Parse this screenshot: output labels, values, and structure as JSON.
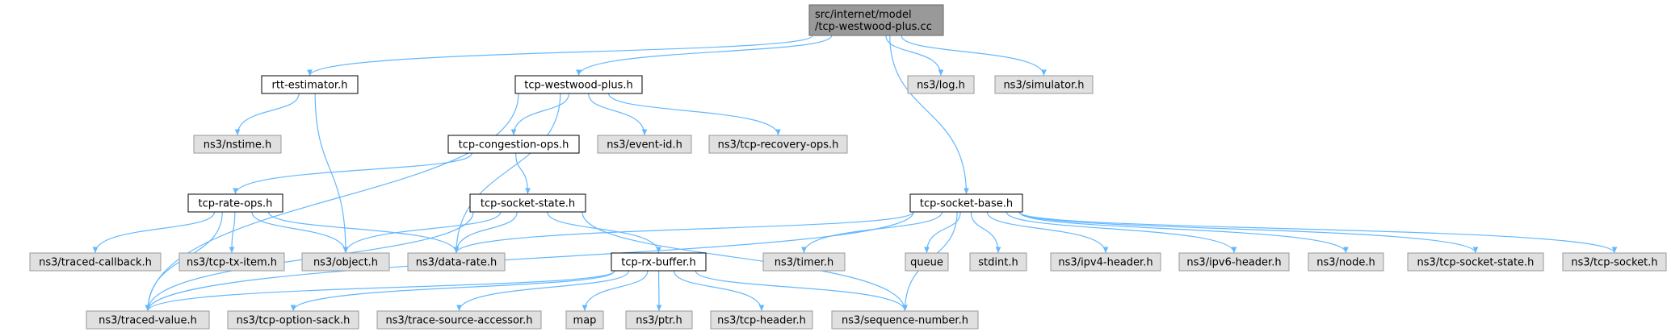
{
  "colors": {
    "root_fill": "#999999",
    "root_stroke": "#666666",
    "documented_fill": "#ffffff",
    "documented_stroke": "#000000",
    "external_fill": "#e0e0e0",
    "external_stroke": "#999999",
    "edge": "#63b8ff"
  },
  "nodes": [
    {
      "id": "root",
      "label_lines": [
        "src/internet/model",
        "/tcp-westwood-plus.cc"
      ],
      "kind": "root"
    },
    {
      "id": "rtt",
      "label_lines": [
        "rtt-estimator.h"
      ],
      "kind": "documented"
    },
    {
      "id": "westwood",
      "label_lines": [
        "tcp-westwood-plus.h"
      ],
      "kind": "documented"
    },
    {
      "id": "log",
      "label_lines": [
        "ns3/log.h"
      ],
      "kind": "external"
    },
    {
      "id": "simulator",
      "label_lines": [
        "ns3/simulator.h"
      ],
      "kind": "external"
    },
    {
      "id": "nstime",
      "label_lines": [
        "ns3/nstime.h"
      ],
      "kind": "external"
    },
    {
      "id": "congops",
      "label_lines": [
        "tcp-congestion-ops.h"
      ],
      "kind": "documented"
    },
    {
      "id": "eventid",
      "label_lines": [
        "ns3/event-id.h"
      ],
      "kind": "external"
    },
    {
      "id": "recovery",
      "label_lines": [
        "ns3/tcp-recovery-ops.h"
      ],
      "kind": "external"
    },
    {
      "id": "rateops",
      "label_lines": [
        "tcp-rate-ops.h"
      ],
      "kind": "documented"
    },
    {
      "id": "sockstate",
      "label_lines": [
        "tcp-socket-state.h"
      ],
      "kind": "documented"
    },
    {
      "id": "sockbase",
      "label_lines": [
        "tcp-socket-base.h"
      ],
      "kind": "documented"
    },
    {
      "id": "tracedcb",
      "label_lines": [
        "ns3/traced-callback.h"
      ],
      "kind": "external"
    },
    {
      "id": "txitem",
      "label_lines": [
        "ns3/tcp-tx-item.h"
      ],
      "kind": "external"
    },
    {
      "id": "object",
      "label_lines": [
        "ns3/object.h"
      ],
      "kind": "external"
    },
    {
      "id": "datarate",
      "label_lines": [
        "ns3/data-rate.h"
      ],
      "kind": "external"
    },
    {
      "id": "rxbuffer",
      "label_lines": [
        "tcp-rx-buffer.h"
      ],
      "kind": "documented"
    },
    {
      "id": "timer",
      "label_lines": [
        "ns3/timer.h"
      ],
      "kind": "external"
    },
    {
      "id": "queue",
      "label_lines": [
        "queue"
      ],
      "kind": "external"
    },
    {
      "id": "stdint",
      "label_lines": [
        "stdint.h"
      ],
      "kind": "external"
    },
    {
      "id": "ipv4",
      "label_lines": [
        "ns3/ipv4-header.h"
      ],
      "kind": "external"
    },
    {
      "id": "ipv6",
      "label_lines": [
        "ns3/ipv6-header.h"
      ],
      "kind": "external"
    },
    {
      "id": "node",
      "label_lines": [
        "ns3/node.h"
      ],
      "kind": "external"
    },
    {
      "id": "nsockstate",
      "label_lines": [
        "ns3/tcp-socket-state.h"
      ],
      "kind": "external"
    },
    {
      "id": "socket",
      "label_lines": [
        "ns3/tcp-socket.h"
      ],
      "kind": "external"
    },
    {
      "id": "tracedvalue",
      "label_lines": [
        "ns3/traced-value.h"
      ],
      "kind": "external"
    },
    {
      "id": "sack",
      "label_lines": [
        "ns3/tcp-option-sack.h"
      ],
      "kind": "external"
    },
    {
      "id": "accessor",
      "label_lines": [
        "ns3/trace-source-accessor.h"
      ],
      "kind": "external"
    },
    {
      "id": "map",
      "label_lines": [
        "map"
      ],
      "kind": "external"
    },
    {
      "id": "ptr",
      "label_lines": [
        "ns3/ptr.h"
      ],
      "kind": "external"
    },
    {
      "id": "header",
      "label_lines": [
        "ns3/tcp-header.h"
      ],
      "kind": "external"
    },
    {
      "id": "seqnum",
      "label_lines": [
        "ns3/sequence-number.h"
      ],
      "kind": "external"
    }
  ],
  "edges": [
    {
      "from": "root",
      "to": "rtt"
    },
    {
      "from": "root",
      "to": "westwood"
    },
    {
      "from": "root",
      "to": "log"
    },
    {
      "from": "root",
      "to": "simulator"
    },
    {
      "from": "root",
      "to": "sockbase"
    },
    {
      "from": "rtt",
      "to": "nstime"
    },
    {
      "from": "rtt",
      "to": "object"
    },
    {
      "from": "westwood",
      "to": "congops"
    },
    {
      "from": "westwood",
      "to": "eventid"
    },
    {
      "from": "westwood",
      "to": "recovery"
    },
    {
      "from": "westwood",
      "to": "tracedvalue"
    },
    {
      "from": "westwood",
      "to": "datarate"
    },
    {
      "from": "congops",
      "to": "rateops"
    },
    {
      "from": "congops",
      "to": "sockstate"
    },
    {
      "from": "rateops",
      "to": "tracedcb"
    },
    {
      "from": "rateops",
      "to": "txitem"
    },
    {
      "from": "rateops",
      "to": "object"
    },
    {
      "from": "rateops",
      "to": "datarate"
    },
    {
      "from": "rateops",
      "to": "tracedvalue"
    },
    {
      "from": "sockstate",
      "to": "object"
    },
    {
      "from": "sockstate",
      "to": "datarate"
    },
    {
      "from": "sockstate",
      "to": "rxbuffer"
    },
    {
      "from": "sockstate",
      "to": "seqnum"
    },
    {
      "from": "sockstate",
      "to": "tracedvalue"
    },
    {
      "from": "sockbase",
      "to": "timer"
    },
    {
      "from": "sockbase",
      "to": "queue"
    },
    {
      "from": "sockbase",
      "to": "stdint"
    },
    {
      "from": "sockbase",
      "to": "ipv4"
    },
    {
      "from": "sockbase",
      "to": "ipv6"
    },
    {
      "from": "sockbase",
      "to": "node"
    },
    {
      "from": "sockbase",
      "to": "nsockstate"
    },
    {
      "from": "sockbase",
      "to": "socket"
    },
    {
      "from": "sockbase",
      "to": "seqnum"
    },
    {
      "from": "sockbase",
      "to": "datarate"
    },
    {
      "from": "sockbase",
      "to": "tracedvalue"
    },
    {
      "from": "rxbuffer",
      "to": "tracedvalue"
    },
    {
      "from": "rxbuffer",
      "to": "sack"
    },
    {
      "from": "rxbuffer",
      "to": "accessor"
    },
    {
      "from": "rxbuffer",
      "to": "map"
    },
    {
      "from": "rxbuffer",
      "to": "ptr"
    },
    {
      "from": "rxbuffer",
      "to": "header"
    },
    {
      "from": "rxbuffer",
      "to": "seqnum"
    }
  ]
}
